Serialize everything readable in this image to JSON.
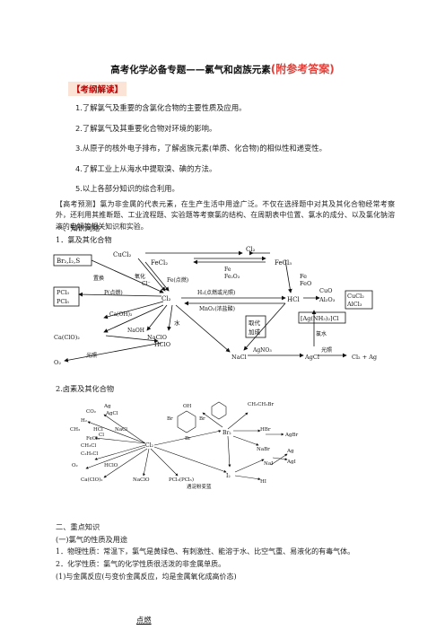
{
  "title": {
    "main": "高考化学必备专题——氯气和卤族元素",
    "suffix": "(附参考答案)"
  },
  "exam_outline": {
    "tag": "【考纲解读】",
    "items": [
      "1.了解氯气及重要的含氯化合物的主要性质及应用。",
      "2.了解氯气及其重要化合物对环境的影响。",
      "3.从原子的核外电子排布，了解卤族元素(单质、化合物)的相似性和递变性。",
      "4.了解工业上从海水中提取溴、碘的方法。",
      "5.以上各部分知识的综合利用。"
    ]
  },
  "prediction": {
    "text": "【高考预测】氯为非金属的代表元素，在生产生活中用途广泛。不仅在选择题中对其及其化合物经常考察外，还利用其推断题、工业流程题、实验题等考察氯的结构、在周期表中位置、氯水的成分、以及氯化钠溶液的电解等相关知识和实验。"
  },
  "knowledge_network": {
    "heading": "一、知识网络",
    "sub1": "1．氯及其化合物",
    "sub2": "2.卤素及其化合物"
  },
  "diagram1": {
    "boxes": {
      "br2": "Br₂,I₂,S",
      "pcl": "PCl₃",
      "pcl5": "PCl₅",
      "cucl2": "CuCl₂",
      "cucl2_r": "CuCl₂",
      "alcl3": "AlCl₃",
      "agnh3": "[Ag(NH₃)₂]Cl",
      "qudai": "取代",
      "jiacheng": "加成"
    },
    "nodes": {
      "cl2_top": "Cl₂",
      "fecl2": "FeCl₂",
      "fecl3": "FeCl₃",
      "cl2_center": "Cl₂",
      "hcl": "HCl",
      "cacl": "Ca(ClO)₂",
      "naclo": "NaClO",
      "hclo": "HClO",
      "o2": "O₂",
      "nacl": "NaCl",
      "agcl": "AgCl",
      "cl2_ag": "Cl₂ + Ag",
      "cuo": "CuO",
      "al2o3": "Al₂O₃",
      "fe_r": "Fe",
      "feo": "FeO"
    },
    "labels": {
      "zhihuan": "置换",
      "yanghua": "氧化",
      "cl_ion": "Cl⁻",
      "p_dianran": "P(点燃)",
      "fe_dianran": "Fe(点燃)",
      "fe_top": "Fe",
      "fe2o3": "Fe₂O₃",
      "h2": "H₂(点燃或光照)",
      "mno2": "MnO₂(浓盐酸)",
      "caoh2": "Ca(OH)₂",
      "shui": "水",
      "guangzhao": "光照",
      "agno3": "AgNO₃",
      "lushui": "氯水",
      "guangzhao2": "光照",
      "naoh": "NaOH"
    }
  },
  "diagram2": {
    "left": {
      "ag": "Ag",
      "co2": "CO₂",
      "agcl": "AgCl",
      "h2": "H₂",
      "ch3": "CH₃",
      "hcl": "HCl",
      "nacl": "NaCl",
      "fecl3": "FeCl₃",
      "ch3cl": "CH₃Cl",
      "c2h5cl": "C₂H₅Cl",
      "cl": "Cl",
      "o2": "O₂",
      "hclo": "HClO",
      "caclo": "Ca(ClO)₂",
      "naclo": "NaClO",
      "pcl3": "PCl₃(PCl₅)"
    },
    "center": {
      "cl2": "Cl₂",
      "br2": "Br₂",
      "i2": "I₂"
    },
    "right": {
      "ch2chbr": "CH₂CH₂Br",
      "oh": "OH",
      "br": "Br",
      "br2": "Br",
      "br3": "Br",
      "hbr": "HBr",
      "agbr": "AgBr",
      "nabr": "NaBr",
      "nai": "NaI",
      "hi": "HI",
      "ag": "Ag",
      "agi": "AgI"
    },
    "bottom_label": "遇淀粉变蓝"
  },
  "key_points": {
    "heading": "二、重点知识",
    "sub": "(一)氯气的性质及用途",
    "line1": "1．物理性质：常温下，氯气是黄绿色、有刺激性、能溶于水、比空气重、易液化的有毒气体。",
    "line2": "2．化学性质：氯气的化学性质很活泼的非金属单质。",
    "line3": "(1)与金属反应(与变价金属反应，均是金属氧化成高价态)",
    "fire": "点燃"
  }
}
